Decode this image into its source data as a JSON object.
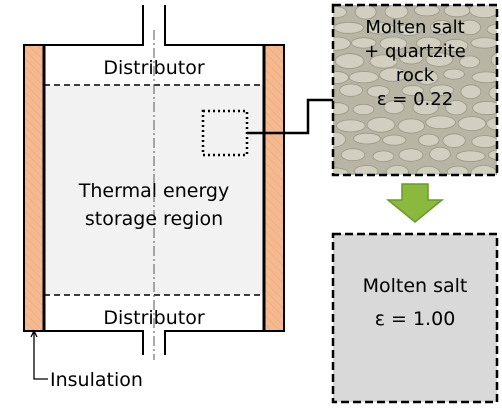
{
  "tank": {
    "top_distributor": "Distributor",
    "bottom_distributor": "Distributor",
    "region_lines": [
      "Thermal energy",
      "storage region"
    ],
    "insulation_label": "Insulation"
  },
  "rock_box": {
    "lines": [
      "Molten salt",
      "+ quartzite",
      "rock",
      "ε = 0.22"
    ]
  },
  "salt_box": {
    "lines": [
      "Molten salt",
      "ε = 1.00"
    ]
  },
  "colors": {
    "insulation": "#f4b98f",
    "tank_fill": "#f2f2f2",
    "rock_fill": "#b8b5a5",
    "salt_fill": "#d9d9d9",
    "arrow": "#8ab93d"
  }
}
